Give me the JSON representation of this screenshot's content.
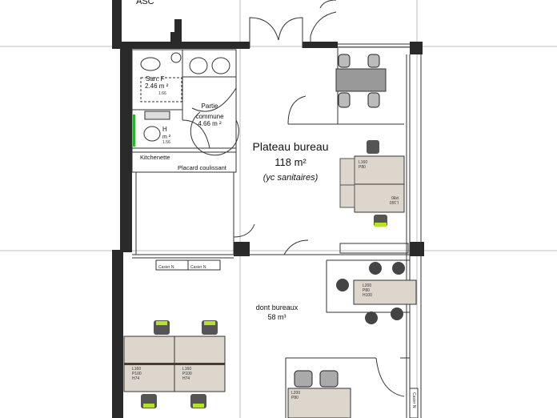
{
  "plan": {
    "elevator_label": "ASC",
    "wc_women": {
      "label": "San. F",
      "area": "2.46 m ²",
      "dim": "1.66"
    },
    "common": {
      "label_1": "Partie",
      "label_2": "commune",
      "area": "4.66 m ²"
    },
    "wc_men": {
      "label": "H",
      "area": "m ²",
      "dim": "1.56"
    },
    "kitchenette_label": "Kitchenette",
    "closet_label": "Placard coulissant",
    "main_title": "Plateau bureau",
    "main_area": "118 m²",
    "main_note": "(yc sanitaires)",
    "offices_label": "dont bureaux",
    "offices_area": "58 m³",
    "lockers": [
      "Casier N",
      "Casier N",
      "Casier N"
    ],
    "desks": [
      {
        "l1": "L160",
        "l2": "P80"
      },
      {
        "l1": "L160",
        "l2": "P80"
      },
      {
        "l1": "L200",
        "l2": "P80",
        "l3": "H100"
      },
      {
        "l1": "L160",
        "l2": "P100",
        "l3": "H74"
      },
      {
        "l1": "L160",
        "l2": "P100",
        "l3": "H74"
      },
      {
        "l1": "L200",
        "l2": "P80"
      }
    ],
    "colors": {
      "wall": "#2a2a2a",
      "desk": "#dcd6cc",
      "chair_seat": "#b5e61d",
      "chair": "#6b6b6b",
      "grid": "#bdbdbd",
      "accent": "#22bb22"
    }
  }
}
